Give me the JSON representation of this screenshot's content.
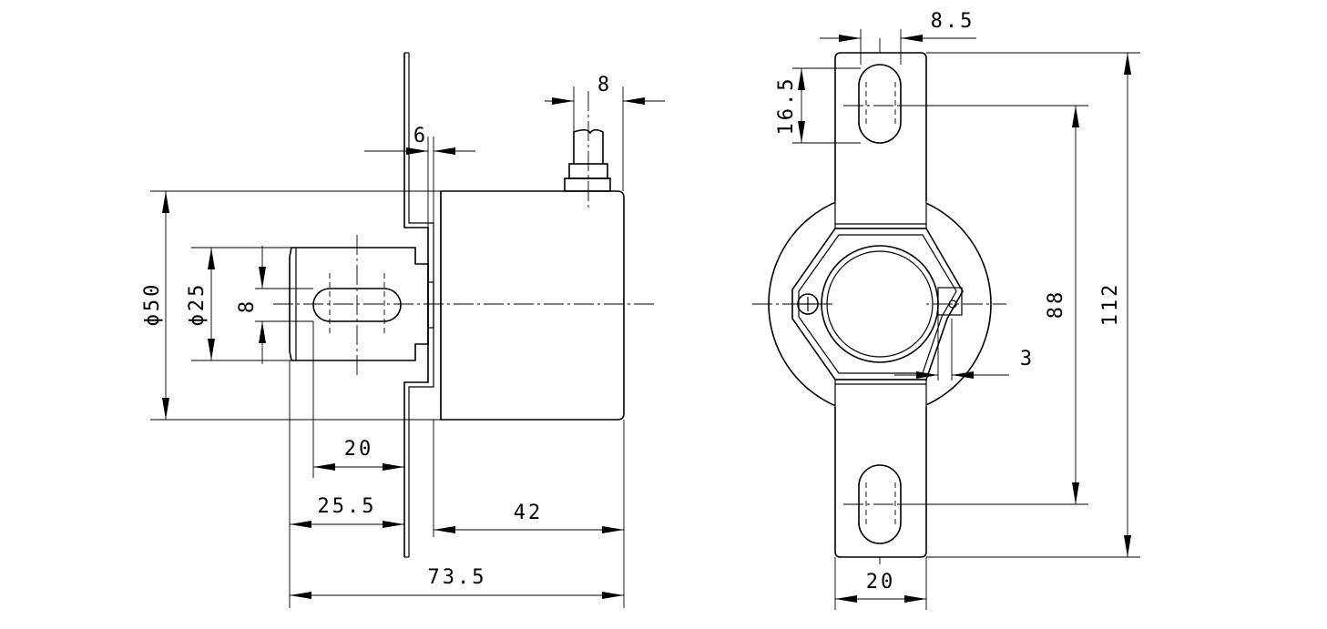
{
  "dimensions": {
    "side_view": {
      "diameter_body": "ϕ50",
      "diameter_hub": "ϕ25",
      "slot_width": "8",
      "flange_thickness": "6",
      "cable_width": "8",
      "slot_offset": "20",
      "hub_length": "25.5",
      "body_length": "42",
      "total_length": "73.5"
    },
    "front_view": {
      "hole_width": "8.5",
      "hole_length": "16.5",
      "hole_spacing": "88",
      "bracket_height": "112",
      "bracket_width": "20",
      "clamp_gap": "3"
    }
  }
}
